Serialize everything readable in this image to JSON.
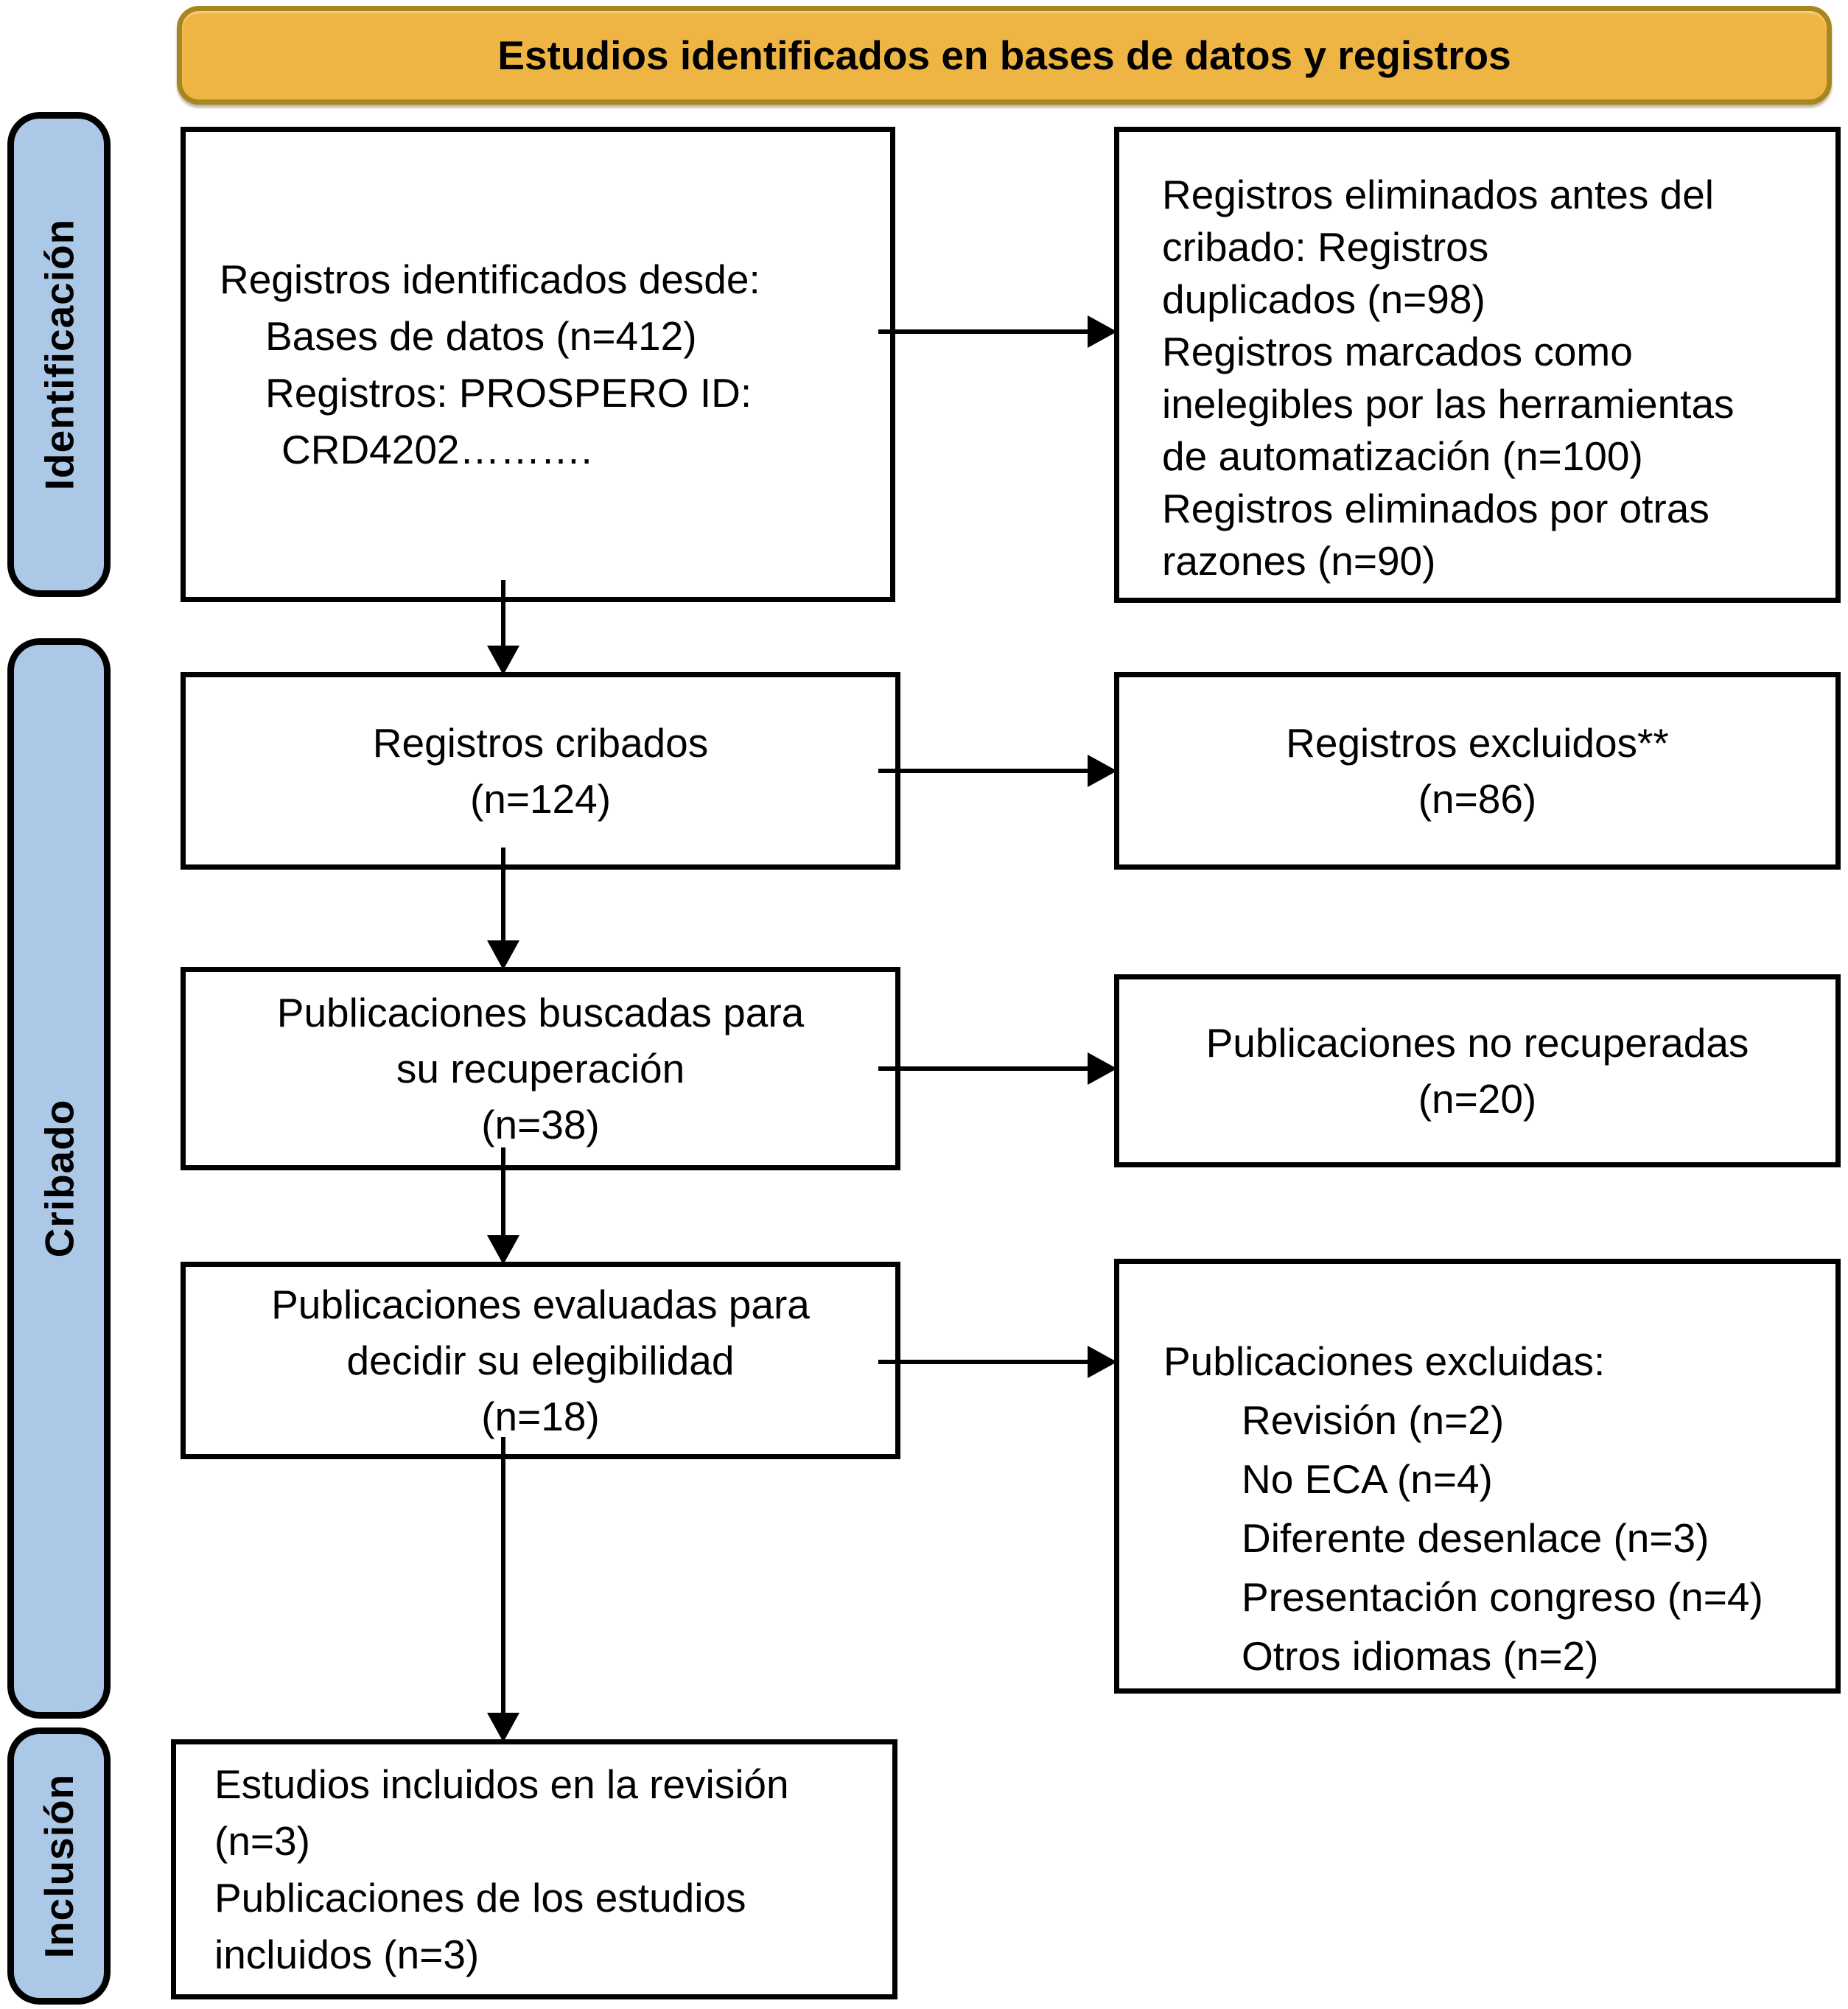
{
  "colors": {
    "banner_bg": "#EFB544",
    "banner_border": "#A8861F",
    "stage_bg": "#ACC8E7",
    "stage_border": "#000000",
    "box_bg": "#FFFFFF",
    "box_border": "#000000",
    "arrow": "#000000",
    "text": "#000000"
  },
  "banner": {
    "label": "Estudios identificados en bases de datos y registros"
  },
  "stages": {
    "identification": "Identificación",
    "screening": "Cribado",
    "inclusion": "Inclusión"
  },
  "boxes": {
    "identified": {
      "lines": [
        {
          "text": "Registros identificados desde:",
          "indent": 0
        },
        {
          "text": "Bases de datos (n=412)",
          "indent": 1
        },
        {
          "text": "Registros: PROSPERO ID:",
          "indent": 1
        },
        {
          "text": "CRD4202……….",
          "indent": 2
        }
      ]
    },
    "removed_before_screening": {
      "lines": [
        "Registros eliminados antes del",
        "cribado: Registros",
        "duplicados (n=98)",
        "Registros marcados como",
        "inelegibles por las herramientas",
        "de automatización (n=100)",
        "Registros eliminados por otras",
        "razones (n=90)"
      ]
    },
    "records_screened": {
      "lines": [
        "Registros cribados",
        "(n=124)"
      ]
    },
    "records_excluded": {
      "lines": [
        "Registros excluidos**",
        "(n=86)"
      ]
    },
    "reports_sought": {
      "lines": [
        "Publicaciones buscadas para",
        "su recuperación",
        "(n=38)"
      ]
    },
    "reports_not_retrieved": {
      "lines": [
        "Publicaciones no recuperadas",
        "(n=20)"
      ]
    },
    "reports_assessed": {
      "lines": [
        "Publicaciones evaluadas para",
        "decidir su elegibilidad",
        "(n=18)"
      ]
    },
    "reports_excluded": {
      "lines": [
        {
          "text": "Publicaciones excluidas:",
          "indent": 0
        },
        {
          "text": "Revisión (n=2)",
          "indent": 3
        },
        {
          "text": "No ECA (n=4)",
          "indent": 3
        },
        {
          "text": "Diferente desenlace (n=3)",
          "indent": 3
        },
        {
          "text": "Presentación congreso (n=4)",
          "indent": 3
        },
        {
          "text": "Otros idiomas (n=2)",
          "indent": 3
        }
      ]
    },
    "studies_included": {
      "lines": [
        "Estudios incluidos en la revisión",
        "(n=3)",
        "Publicaciones de los estudios",
        "incluidos (n=3)"
      ]
    }
  }
}
